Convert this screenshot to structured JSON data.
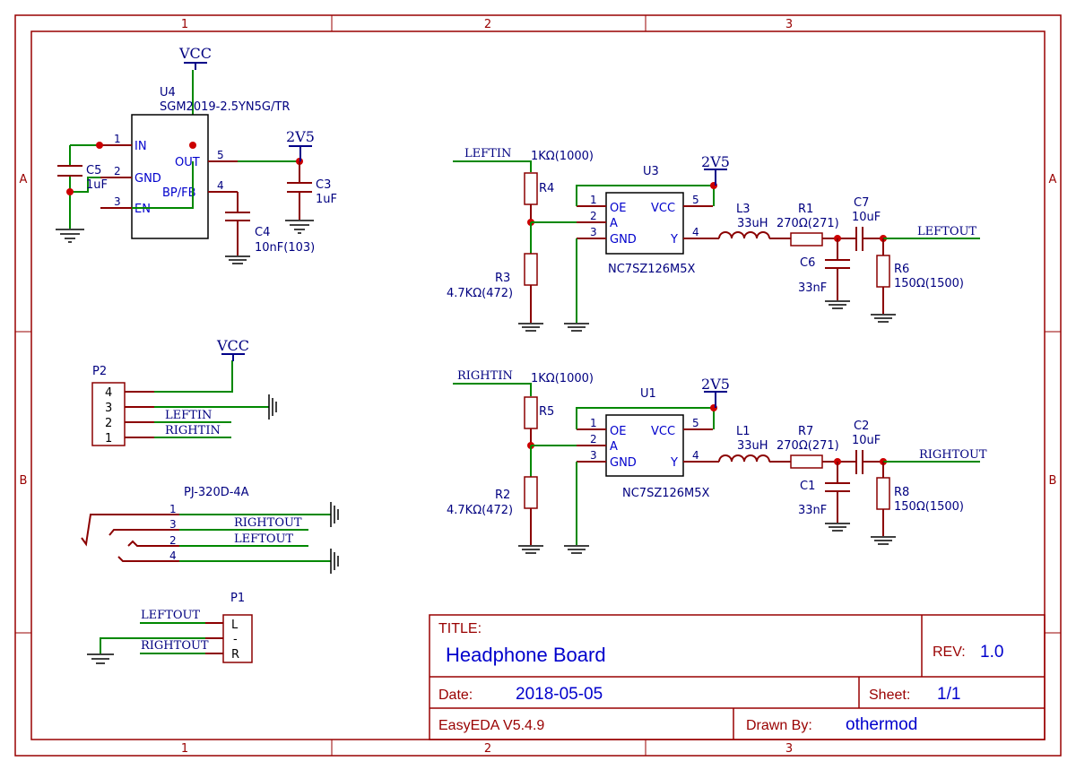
{
  "frame": {
    "columns": [
      "1",
      "2",
      "3"
    ],
    "rows": [
      "A",
      "B"
    ]
  },
  "title_block": {
    "title_label": "TITLE:",
    "title": "Headphone Board",
    "rev_label": "REV:",
    "rev": "1.0",
    "date_label": "Date:",
    "date": "2018-05-05",
    "sheet_label": "Sheet:",
    "sheet": "1/1",
    "tool": "EasyEDA V5.4.9",
    "drawn_label": "Drawn By:",
    "drawn_by": "othermod"
  },
  "power": {
    "vcc": "VCC",
    "v25": "2V5"
  },
  "nets": {
    "leftin": "LEFTIN",
    "rightin": "RIGHTIN",
    "leftout": "LEFTOUT",
    "rightout": "RIGHTOUT"
  },
  "u4": {
    "ref": "U4",
    "value": "SGM2019-2.5YN5G/TR",
    "pins": [
      {
        "num": "1",
        "name": "IN"
      },
      {
        "num": "2",
        "name": "GND"
      },
      {
        "num": "3",
        "name": "EN"
      },
      {
        "num": "5",
        "name": "OUT"
      },
      {
        "num": "4",
        "name": "BP/FB"
      }
    ]
  },
  "c5": {
    "ref": "C5",
    "value": "1uF"
  },
  "c3": {
    "ref": "C3",
    "value": "1uF"
  },
  "c4": {
    "ref": "C4",
    "value": "10nF(103)"
  },
  "left": {
    "r_in": {
      "ref": "R4",
      "value": "1KΩ(1000)"
    },
    "r_pd": {
      "ref": "R3",
      "value": "4.7KΩ(472)"
    },
    "buf": {
      "ref": "U3",
      "value": "NC7SZ126M5X"
    },
    "ind": {
      "ref": "L3",
      "value": "33uH"
    },
    "r_ser": {
      "ref": "R1",
      "value": "270Ω(271)"
    },
    "c_ser": {
      "ref": "C7",
      "value": "10uF"
    },
    "c_sh": {
      "ref": "C6",
      "value": "33nF"
    },
    "r_load": {
      "ref": "R6",
      "value": "150Ω(1500)"
    }
  },
  "right": {
    "r_in": {
      "ref": "R5",
      "value": "1KΩ(1000)"
    },
    "r_pd": {
      "ref": "R2",
      "value": "4.7KΩ(472)"
    },
    "buf": {
      "ref": "U1",
      "value": "NC7SZ126M5X"
    },
    "ind": {
      "ref": "L1",
      "value": "33uH"
    },
    "r_ser": {
      "ref": "R7",
      "value": "270Ω(271)"
    },
    "c_ser": {
      "ref": "C2",
      "value": "10uF"
    },
    "c_sh": {
      "ref": "C1",
      "value": "33nF"
    },
    "r_load": {
      "ref": "R8",
      "value": "150Ω(1500)"
    }
  },
  "buffer_pins": [
    {
      "num": "1",
      "name": "OE"
    },
    {
      "num": "2",
      "name": "A"
    },
    {
      "num": "3",
      "name": "GND"
    },
    {
      "num": "5",
      "name": "VCC"
    },
    {
      "num": "4",
      "name": "Y"
    }
  ],
  "p2": {
    "ref": "P2",
    "pins": [
      "4",
      "3",
      "2",
      "1"
    ]
  },
  "jack": {
    "ref": "PJ-320D-4A",
    "pins": [
      "1",
      "3",
      "2",
      "4"
    ]
  },
  "p1": {
    "ref": "P1",
    "pins": [
      "L",
      "-",
      "R"
    ]
  }
}
